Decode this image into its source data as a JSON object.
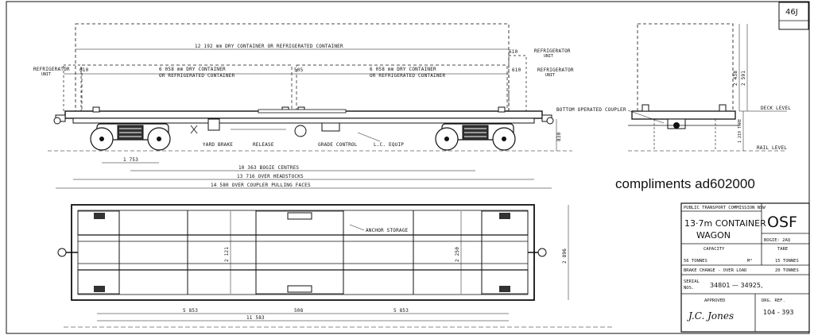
{
  "sheet_number": "46J",
  "credit": "compliments ad602000",
  "side_view": {
    "overall_container": "12 192 mm DRY CONTAINER OR REFRIGERATED CONTAINER",
    "left_container": "6 058 mm DRY CONTAINER",
    "left_container_sub": "OR REFRIGERATED CONTAINER",
    "right_container": "6 058 mm DRY CONTAINER",
    "right_container_sub": "OR REFRIGERATED CONTAINER",
    "refrigerator_unit_left": "REFRIGERATOR",
    "refrigerator_unit_left_sub": "UNIT",
    "refrigerator_unit_right_top": "REFRIGERATOR",
    "refrigerator_unit_right_top_sub": "UNIT",
    "refrigerator_unit_right": "REFRIGERATOR",
    "refrigerator_unit_right_sub": "UNIT",
    "dim_610_left": "610",
    "dim_505": "505",
    "dim_610_right": "610",
    "dim_610_top_right": "610",
    "yard_brake": "YARD BRAKE",
    "release": "RELEASE",
    "grade_control": "GRADE CONTROL",
    "lc_equip": "L.C. EQUIP",
    "dim_1753": "1 753",
    "dim_830": "830",
    "bogie_centres": "10 363 BOGIE CENTRES",
    "over_headstocks": "13 716 OVER HEADSTOCKS",
    "over_coupler": "14 580 OVER COUPLER PULLING FACES"
  },
  "end_view": {
    "bottom_operated_coupler": "BOTTOM OPERATED COUPLER",
    "deck_level": "DECK LEVEL",
    "rail_level": "RAIL LEVEL",
    "dim_2438": "2 438",
    "dim_2591": "2 591",
    "dim_1219": "1 219 TARE"
  },
  "plan_view": {
    "anchor_storage": "ANCHOR STORAGE",
    "dim_2121": "2 121",
    "dim_2250": "2 250",
    "dim_2896": "2 896",
    "dim_5853_left": "5 853",
    "dim_508": "508",
    "dim_5853_right": "5 853",
    "dim_11583": "11 583"
  },
  "title_block": {
    "authority": "PUBLIC TRANSPORT COMMISSION NSW",
    "title_line1": "13·7m CONTAINER",
    "title_line2": "WAGON",
    "code": "OSF",
    "bogie": "BOGIE: 2AQ",
    "capacity_label": "CAPACITY",
    "tare_label": "TARE",
    "capacity_value": "56 TONNES",
    "capacity_unit": "M³",
    "tare_value": "15 TONNES",
    "brake_change_label": "BRAKE CHANGE - OVER LOAD",
    "brake_change_value": "20 TONNES",
    "serial_label": "SERIAL",
    "serial_label2": "NOS.",
    "serial_value": "34801 — 34925,",
    "approved_label": "APPROVED",
    "approved_signature": "J.C. Jones",
    "dwg_ref_label": "DRG. REF.",
    "dwg_ref_value": "104 - 393"
  }
}
